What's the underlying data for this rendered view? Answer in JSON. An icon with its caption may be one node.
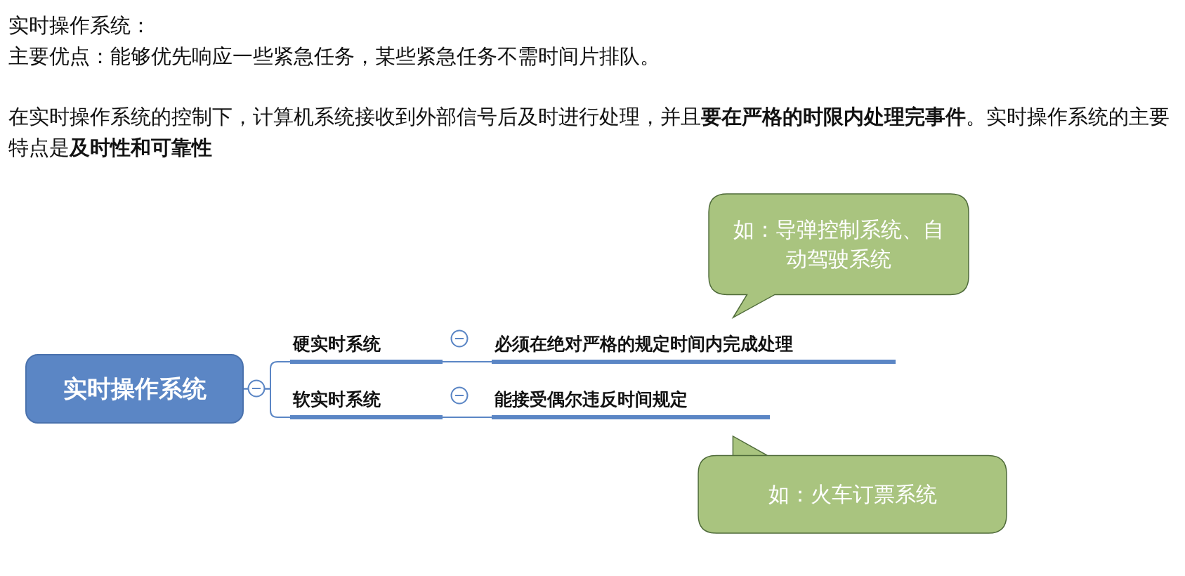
{
  "diagram": {
    "nodes": [
      {
        "text": [
          "实时操作系统"
        ]
      },
      {
        "text": [
          "硬实时系统"
        ]
      },
      {
        "text": [
          "必须在绝对严格的规定时间内完成处理"
        ]
      },
      {
        "text": [
          "软实时系统"
        ]
      },
      {
        "text": [
          "能接受偶尔违反时间规定"
        ]
      },
      {
        "text": [
          "如：导弹控制系统、自动驾驶系统"
        ]
      },
      {
        "text": [
          "如：火车订票系统"
        ]
      }
    ],
    "edges": [
      {
        "from": 0,
        "to": 1,
        "arrow": "none"
      },
      {
        "from": 0,
        "to": 3,
        "arrow": "none"
      },
      {
        "from": 1,
        "to": 2,
        "arrow": "none"
      },
      {
        "from": 3,
        "to": 4,
        "arrow": "none"
      }
    ],
    "labels": [
      "实时操作系统：",
      "主要优点：能够优先响应一些紧急任务，某些紧急任务不需时间片排队。",
      "在实时操作系统的控制下，计算机系统接收到外部信号后及时进行处理，并且**要在严格的时限内处理完事件**。实时操作系统的主要特点是**及时性和可靠性**"
    ]
  }
}
